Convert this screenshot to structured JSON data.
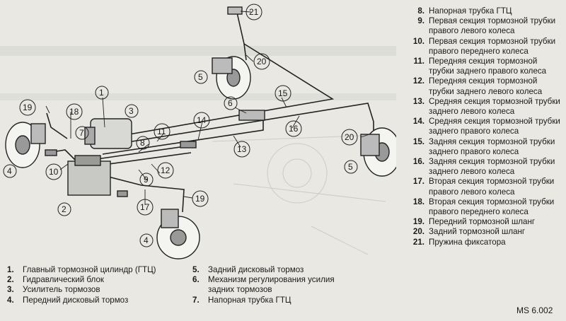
{
  "callouts": [
    "1",
    "2",
    "3",
    "4",
    "5",
    "6",
    "7",
    "8",
    "9",
    "10",
    "11",
    "12",
    "13",
    "14",
    "15",
    "16",
    "17",
    "18",
    "19",
    "20",
    "21"
  ],
  "legend": [
    {
      "num": "1.",
      "text": "Главный тормозной цилиндр (ГТЦ)"
    },
    {
      "num": "2.",
      "text": "Гидравлический блок"
    },
    {
      "num": "3.",
      "text": "Усилитель тормозов"
    },
    {
      "num": "4.",
      "text": "Передний дисковый тормоз"
    },
    {
      "num": "5.",
      "text": "Задний дисковый тормоз"
    },
    {
      "num": "6.",
      "text": "Механизм регулирования усилия задних тормозов"
    },
    {
      "num": "7.",
      "text": "Напорная трубка ГТЦ"
    },
    {
      "num": "8.",
      "text": "Напорная трубка ГТЦ"
    },
    {
      "num": "9.",
      "text": "Первая секция тормозной трубки правого левого колеса"
    },
    {
      "num": "10.",
      "text": "Первая секция тормозной трубки правого переднего колеса"
    },
    {
      "num": "11.",
      "text": "Передняя секция тормозной трубки заднего правого колеса"
    },
    {
      "num": "12.",
      "text": "Передняя секция тормозной трубки заднего левого колеса"
    },
    {
      "num": "13.",
      "text": "Средняя секция тормозной трубки заднего левого колеса"
    },
    {
      "num": "14.",
      "text": "Средняя секция тормозной трубки заднего правого колеса"
    },
    {
      "num": "15.",
      "text": "Задняя секция тормозной трубки заднего правого колеса"
    },
    {
      "num": "16.",
      "text": "Задняя секция тормозной трубки заднего левого колеса"
    },
    {
      "num": "17.",
      "text": "Вторая секция тормозной трубки правого левого колеса"
    },
    {
      "num": "18.",
      "text": "Вторая секция тормозной трубки правого переднего колеса"
    },
    {
      "num": "19.",
      "text": "Передний тормозной шланг"
    },
    {
      "num": "20.",
      "text": "Задний тормозной шланг"
    },
    {
      "num": "21.",
      "text": "Пружина фиксатора"
    }
  ],
  "figure_code": "MS 6.002"
}
